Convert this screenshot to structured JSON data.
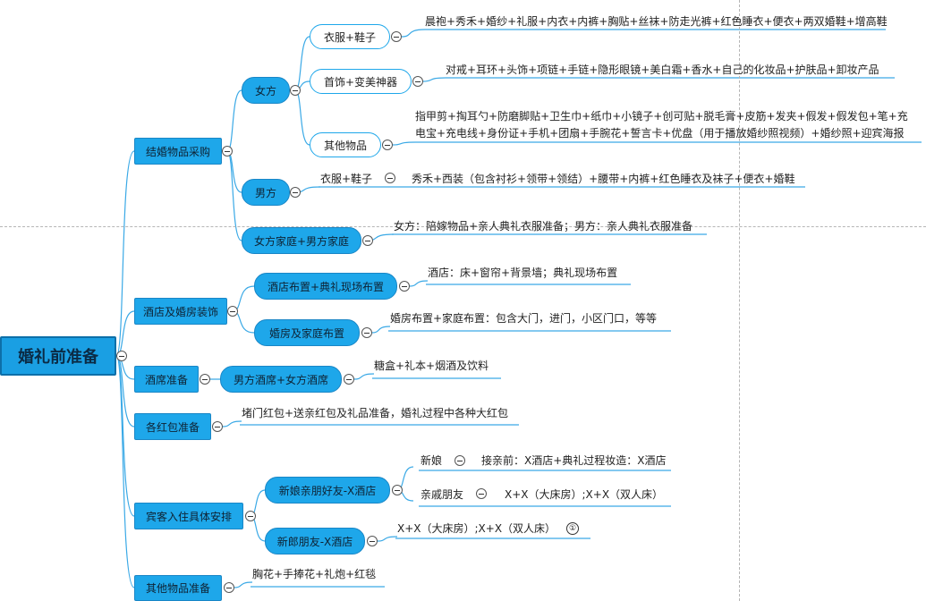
{
  "root": {
    "label": "婚礼前准备"
  },
  "procurement": {
    "label": "结婚物品采购",
    "bride": {
      "label": "女方",
      "clothes": {
        "label": "衣服+鞋子",
        "detail": "晨袍+秀禾+婚纱+礼服+内衣+内裤+胸贴+丝袜+防走光裤+红色睡衣+便衣+两双婚鞋+增高鞋"
      },
      "jewelry": {
        "label": "首饰+变美神器",
        "detail": "对戒+耳环+头饰+项链+手链+隐形眼镜+美白霜+香水+自己的化妆品+护肤品+卸妆产品"
      },
      "other": {
        "label": "其他物品",
        "detail": "指甲剪+掏耳勺+防磨脚贴+卫生巾+纸巾+小镜子+创可贴+脱毛膏+皮筋+发夹+假发+假发包+笔+充电宝+充电线+身份证+手机+团扇+手腕花+誓言卡+优盘（用于播放婚纱照视频）+婚纱照+迎宾海报"
      }
    },
    "groom": {
      "label": "男方",
      "clothes": {
        "label": "衣服+鞋子",
        "detail": "秀禾+西装（包含衬衫+领带+领结）+腰带+内裤+红色睡衣及袜子+便衣+婚鞋"
      }
    },
    "families": {
      "label": "女方家庭+男方家庭",
      "detail": "女方：陪嫁物品+亲人典礼衣服准备；男方：亲人典礼衣服准备"
    }
  },
  "decoration": {
    "label": "酒店及婚房装饰",
    "hotel": {
      "label": "酒店布置+典礼现场布置",
      "detail": "酒店：床+窗帘+背景墙；典礼现场布置"
    },
    "home": {
      "label": "婚房及家庭布置",
      "detail": "婚房布置+家庭布置：包含大门，进门，小区门口，等等"
    }
  },
  "banquet": {
    "label": "酒席准备",
    "child": {
      "label": "男方酒席+女方酒席",
      "detail": "糖盒+礼本+烟酒及饮料"
    }
  },
  "envelopes": {
    "label": "各红包准备",
    "detail": "堵门红包+送亲红包及礼品准备，婚礼过程中各种大红包"
  },
  "lodging": {
    "label": "宾客入住具体安排",
    "bride_side": {
      "label": "新娘亲朋好友-X酒店",
      "bride": {
        "label": "新娘",
        "detail": "接亲前：X酒店+典礼过程妆造：X酒店"
      },
      "relatives": {
        "label": "亲戚朋友",
        "detail": "X+X（大床房）;X+X（双人床）"
      }
    },
    "groom_side": {
      "label": "新郎朋友-X酒店",
      "detail": "X+X（大床房）;X+X（双人床）",
      "badge": "①"
    }
  },
  "misc": {
    "label": "其他物品准备",
    "detail": "胸花+手捧花+礼炮+红毯"
  }
}
